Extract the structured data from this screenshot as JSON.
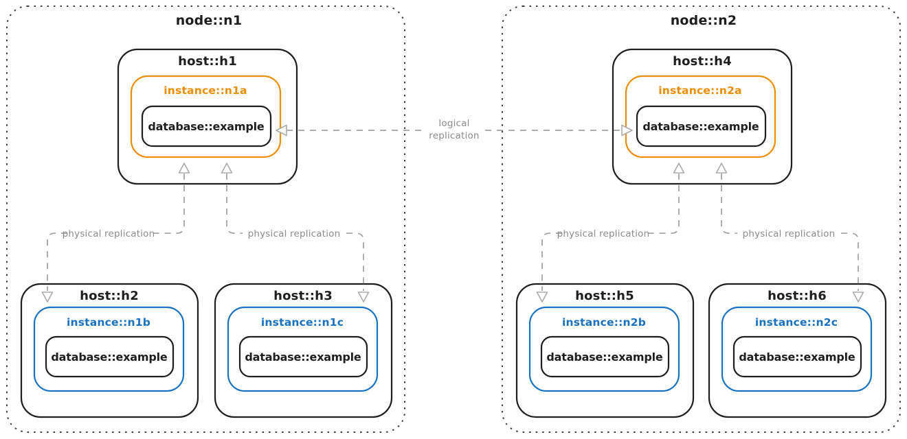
{
  "colors": {
    "ink": "#1e1e1e",
    "orange": "#f08c00",
    "blue": "#1971c2",
    "gray_line": "#a3a3a3",
    "gray_text": "#8c8c8c",
    "node_border": "#3a3f44"
  },
  "nodes": [
    {
      "label": "node::n1",
      "hosts": [
        {
          "label": "host::h1",
          "instance": {
            "label": "instance::n1a",
            "accent": "#f08c00",
            "database": {
              "label": "database::example"
            }
          }
        },
        {
          "label": "host::h2",
          "instance": {
            "label": "instance::n1b",
            "accent": "#1971c2",
            "database": {
              "label": "database::example"
            }
          }
        },
        {
          "label": "host::h3",
          "instance": {
            "label": "instance::n1c",
            "accent": "#1971c2",
            "database": {
              "label": "database::example"
            }
          }
        }
      ]
    },
    {
      "label": "node::n2",
      "hosts": [
        {
          "label": "host::h4",
          "instance": {
            "label": "instance::n2a",
            "accent": "#f08c00",
            "database": {
              "label": "database::example"
            }
          }
        },
        {
          "label": "host::h5",
          "instance": {
            "label": "instance::n2b",
            "accent": "#1971c2",
            "database": {
              "label": "database::example"
            }
          }
        },
        {
          "label": "host::h6",
          "instance": {
            "label": "instance::n2c",
            "accent": "#1971c2",
            "database": {
              "label": "database::example"
            }
          }
        }
      ]
    }
  ],
  "edges": {
    "logical": {
      "label_line1": "logical",
      "label_line2": "replication"
    },
    "physical": [
      {
        "label": "physical replication"
      },
      {
        "label": "physical replication"
      },
      {
        "label": "physical replication"
      },
      {
        "label": "physical replication"
      }
    ]
  }
}
